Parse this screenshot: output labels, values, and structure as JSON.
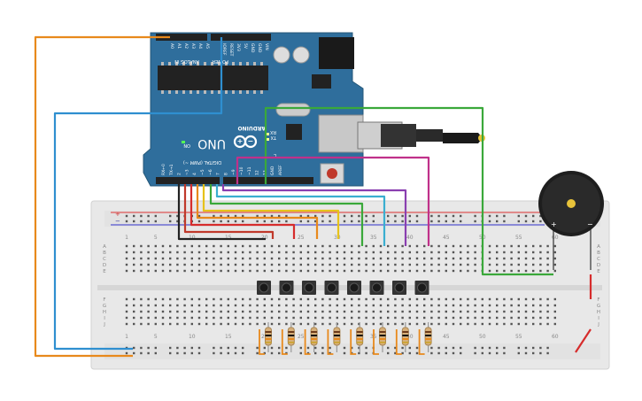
{
  "board": {
    "brand": "UNO",
    "name": "ARDUINO",
    "on_label": "ON",
    "tx_label": "TX",
    "rx_label": "RX",
    "l_label": "L",
    "analog_label": "ANALOG IN",
    "power_label": "POWER",
    "digital_label": "DIGITAL (PWM ~)",
    "top_pin_labels": [
      "A5",
      "A4",
      "A3",
      "A2",
      "A1",
      "A0",
      "VIN",
      "GND",
      "GND",
      "5V",
      "3V3",
      "RESET",
      "IOREF"
    ],
    "bottom_pin_labels": [
      "AREF",
      "GND",
      "13",
      "12",
      "~11",
      "~10",
      "~9",
      "8",
      "7",
      "~6",
      "~5",
      "4",
      "~3",
      "2",
      "TX→1",
      "RX←0"
    ]
  },
  "breadboard": {
    "column_numbers": [
      "1",
      "5",
      "10",
      "15",
      "20",
      "25",
      "30",
      "35",
      "40",
      "45",
      "50",
      "55",
      "60"
    ],
    "row_letters_top": [
      "A",
      "B",
      "C",
      "D",
      "E"
    ],
    "row_letters_bottom": [
      "F",
      "G",
      "H",
      "I",
      "J"
    ],
    "rail_plus": "+",
    "rail_minus": "−"
  },
  "buzzer": {
    "plus": "+",
    "minus": "−"
  },
  "colors": {
    "board_blue": "#2f6e9c",
    "breadboard": "#e8e8e8",
    "wire_orange": "#e8891c",
    "wire_blue": "#2f8fd0",
    "wire_green": "#3aa83a",
    "wire_purple": "#8a3fb0",
    "wire_magenta": "#c0318a",
    "wire_yellow": "#e6c21a",
    "wire_red": "#d62c2c",
    "wire_black": "#222222",
    "wire_cyan": "#3aaed0"
  }
}
